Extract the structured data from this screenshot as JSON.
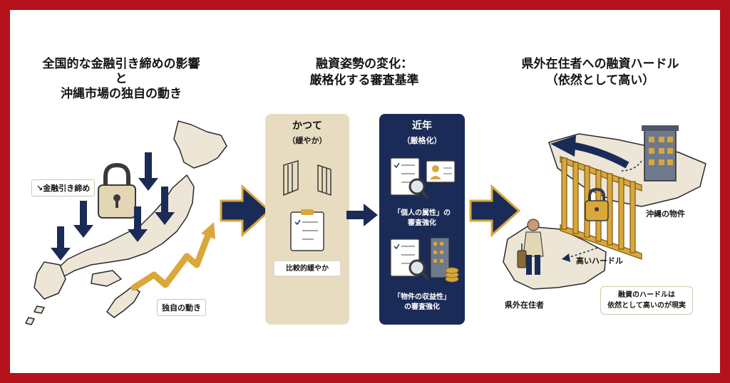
{
  "section1": {
    "title_line1": "全国的な金融引き締めの影響",
    "title_line2": "と",
    "title_line3": "沖縄市場の独自の動き",
    "tag_tightening": "金融引き締め",
    "tag_unique": "独自の動き"
  },
  "section2": {
    "title_line1": "融資姿勢の変化：",
    "title_line2": "厳格化する審査基準",
    "past": {
      "heading": "かつて",
      "sub": "（緩やか）",
      "caption": "比較的緩やか"
    },
    "recent": {
      "heading": "近年",
      "sub": "（厳格化）",
      "caption1_line1": "「個人の属性」の",
      "caption1_line2": "審査強化",
      "caption2_line1": "「物件の収益性」",
      "caption2_line2": "の審査強化"
    }
  },
  "section3": {
    "title_line1": "県外在住者への融資ハードル",
    "title_line2": "（依然として高い）",
    "label_okinawa_property": "沖縄の物件",
    "label_high_hurdle": "高いハードル",
    "label_outside_resident": "県外在住者",
    "callout_line1": "融資のハードルは",
    "callout_line2": "依然として高いのが現実"
  },
  "colors": {
    "frame": "#B5121B",
    "navy": "#1B2B57",
    "gold": "#D9A73A",
    "beige_panel": "#E8DCC0",
    "map": "#EDE6D6"
  }
}
